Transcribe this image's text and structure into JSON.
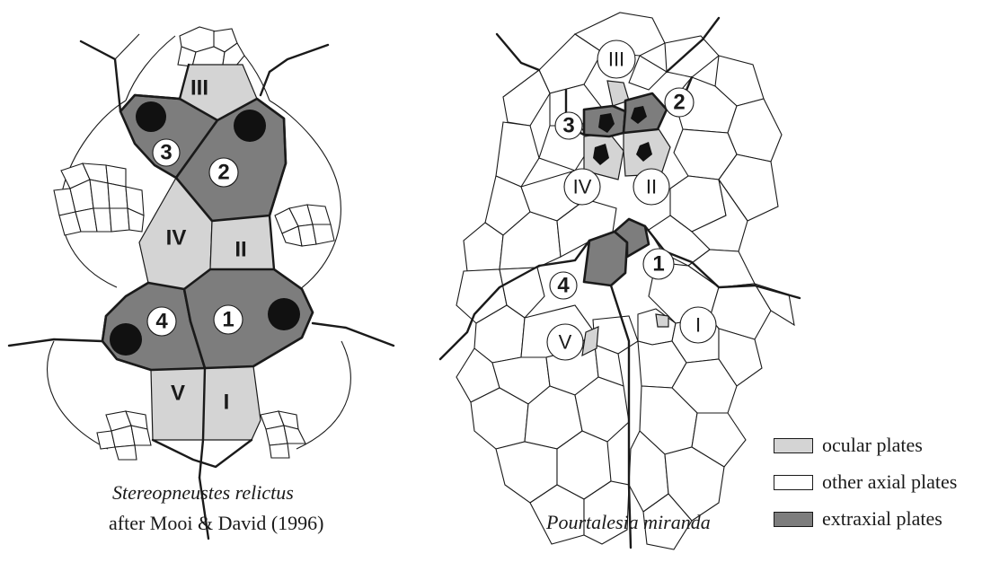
{
  "figure": {
    "left_diagram": {
      "caption_species": "Stereopneustes relictus",
      "caption_source": "after Mooi & David (1996)",
      "ocular_labels": [
        "III",
        "IV",
        "II",
        "V",
        "I"
      ],
      "extraxial_labels": [
        "3",
        "2",
        "4",
        "1"
      ]
    },
    "right_diagram": {
      "caption_species": "Pourtalesia miranda",
      "ocular_labels": [
        "III",
        "IV",
        "II",
        "V",
        "I"
      ],
      "extraxial_labels": [
        "3",
        "2",
        "4",
        "1"
      ]
    },
    "legend": {
      "items": [
        {
          "label": "ocular plates",
          "color": "#d4d4d4"
        },
        {
          "label": "other axial plates",
          "color": "#ffffff"
        },
        {
          "label": "extraxial plates",
          "color": "#7d7d7d"
        }
      ]
    }
  }
}
